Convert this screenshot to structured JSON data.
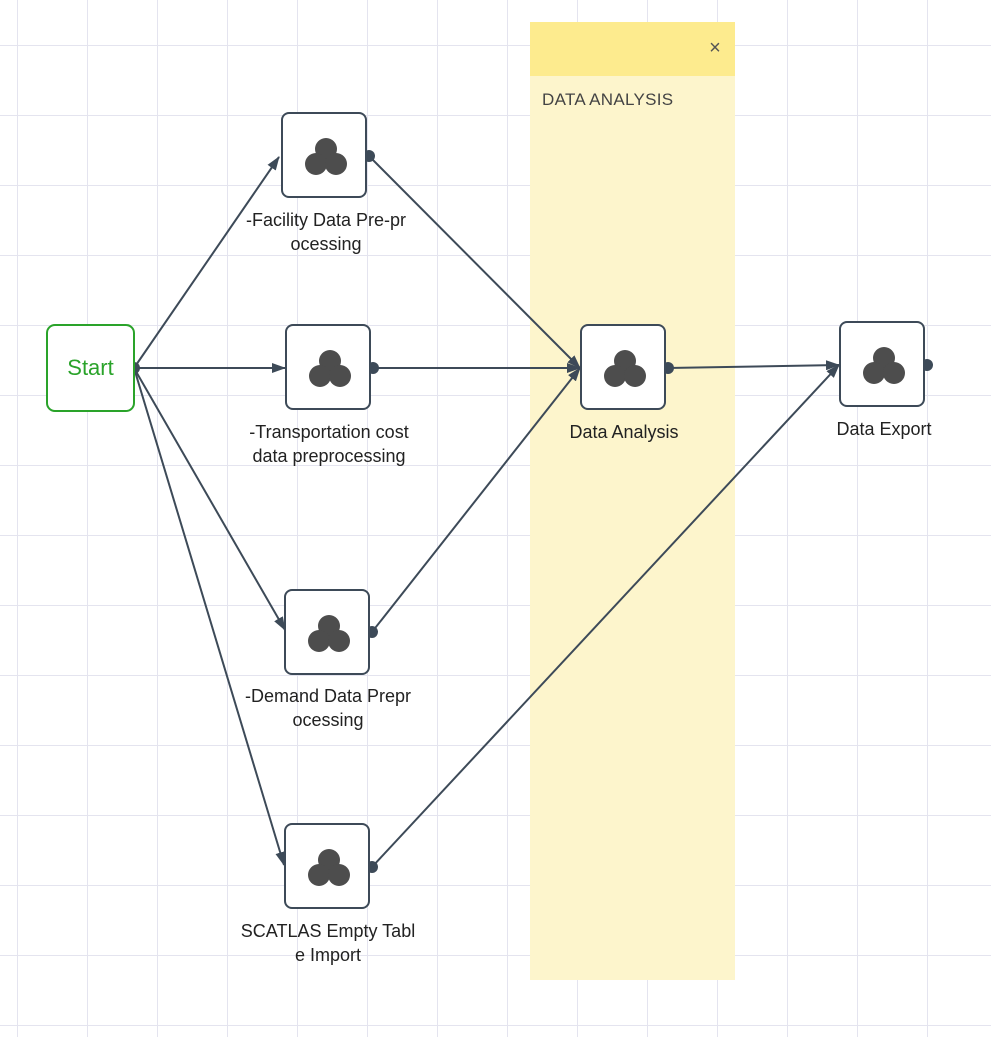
{
  "group": {
    "title": "DATA ANALYSIS",
    "close_symbol": "×",
    "colors": {
      "header": "#fdeb8e",
      "body": "#fdf5cc"
    }
  },
  "start": {
    "label": "Start",
    "color": "#2aa32a"
  },
  "nodes": {
    "facility": {
      "label": "-Facility Data Pre-pr\nocessing",
      "icon": "three-circles-icon"
    },
    "transport": {
      "label": "-Transportation cost\ndata preprocessing",
      "icon": "three-circles-icon"
    },
    "demand": {
      "label": "-Demand Data Prepr\nocessing",
      "icon": "three-circles-icon"
    },
    "scatlas": {
      "label": "SCATLAS Empty Tabl\ne Import",
      "icon": "three-circles-icon"
    },
    "analysis": {
      "label": "Data Analysis",
      "icon": "three-circles-icon"
    },
    "export": {
      "label": "Data Export",
      "icon": "three-circles-icon"
    }
  },
  "edges": [
    {
      "from": "start",
      "to": "facility"
    },
    {
      "from": "start",
      "to": "transport"
    },
    {
      "from": "start",
      "to": "demand"
    },
    {
      "from": "start",
      "to": "scatlas"
    },
    {
      "from": "facility",
      "to": "analysis"
    },
    {
      "from": "transport",
      "to": "analysis"
    },
    {
      "from": "demand",
      "to": "analysis"
    },
    {
      "from": "analysis",
      "to": "export"
    },
    {
      "from": "scatlas",
      "to": "export"
    }
  ],
  "colors": {
    "edge": "#3d4a58",
    "node_border": "#3d4a58",
    "icon": "#4d4d4d"
  }
}
